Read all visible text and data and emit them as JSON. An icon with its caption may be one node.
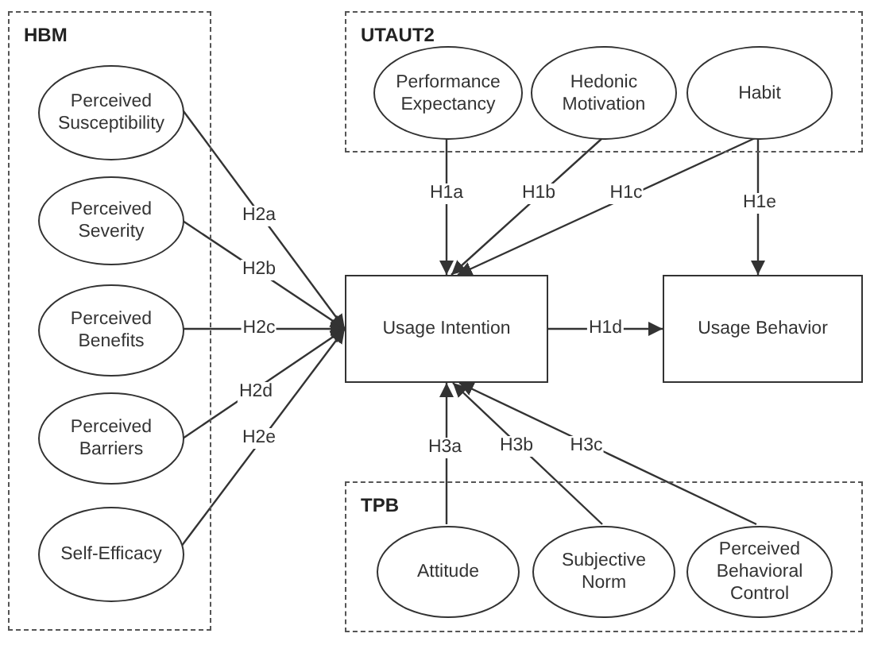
{
  "diagram": {
    "nodes": [
      {
        "text": [
          "HBM"
        ]
      },
      {
        "text": [
          "Perceived Susceptibility"
        ],
        "in": 0
      },
      {
        "text": [
          "Perceived Severity"
        ],
        "in": 0
      },
      {
        "text": [
          "Perceived Benefits"
        ],
        "in": 0
      },
      {
        "text": [
          "Perceived Barriers"
        ],
        "in": 0
      },
      {
        "text": [
          "Self-Efficacy"
        ],
        "in": 0
      },
      {
        "text": [
          "UTAUT2"
        ]
      },
      {
        "text": [
          "Performance Expectancy"
        ],
        "in": 6
      },
      {
        "text": [
          "Hedonic Motivation"
        ],
        "in": 6
      },
      {
        "text": [
          "Habit"
        ],
        "in": 6
      },
      {
        "text": [
          "Usage Intention"
        ]
      },
      {
        "text": [
          "Usage Behavior"
        ]
      },
      {
        "text": [
          "TPB"
        ]
      },
      {
        "text": [
          "Attitude"
        ],
        "in": 12
      },
      {
        "text": [
          "Subjective Norm"
        ],
        "in": 12
      },
      {
        "text": [
          "Perceived Behavioral Control"
        ],
        "in": 12
      }
    ],
    "edges": [
      {
        "from": 1,
        "to": 10,
        "arrow": "to",
        "label": "H2a"
      },
      {
        "from": 2,
        "to": 10,
        "arrow": "to",
        "label": "H2b"
      },
      {
        "from": 3,
        "to": 10,
        "arrow": "to",
        "label": "H2c"
      },
      {
        "from": 4,
        "to": 10,
        "arrow": "to",
        "label": "H2d"
      },
      {
        "from": 5,
        "to": 10,
        "arrow": "to",
        "label": "H2e"
      },
      {
        "from": 7,
        "to": 10,
        "arrow": "to",
        "label": "H1a"
      },
      {
        "from": 8,
        "to": 10,
        "arrow": "to",
        "label": "H1b"
      },
      {
        "from": 9,
        "to": 10,
        "arrow": "to",
        "label": "H1c"
      },
      {
        "from": 9,
        "to": 11,
        "arrow": "to",
        "label": "H1e"
      },
      {
        "from": 10,
        "to": 11,
        "arrow": "to",
        "label": "H1d"
      },
      {
        "from": 13,
        "to": 10,
        "arrow": "to",
        "label": "H3a"
      },
      {
        "from": 14,
        "to": 10,
        "arrow": "to",
        "label": "H3b"
      },
      {
        "from": 15,
        "to": 10,
        "arrow": "to",
        "label": "H3c"
      }
    ]
  }
}
